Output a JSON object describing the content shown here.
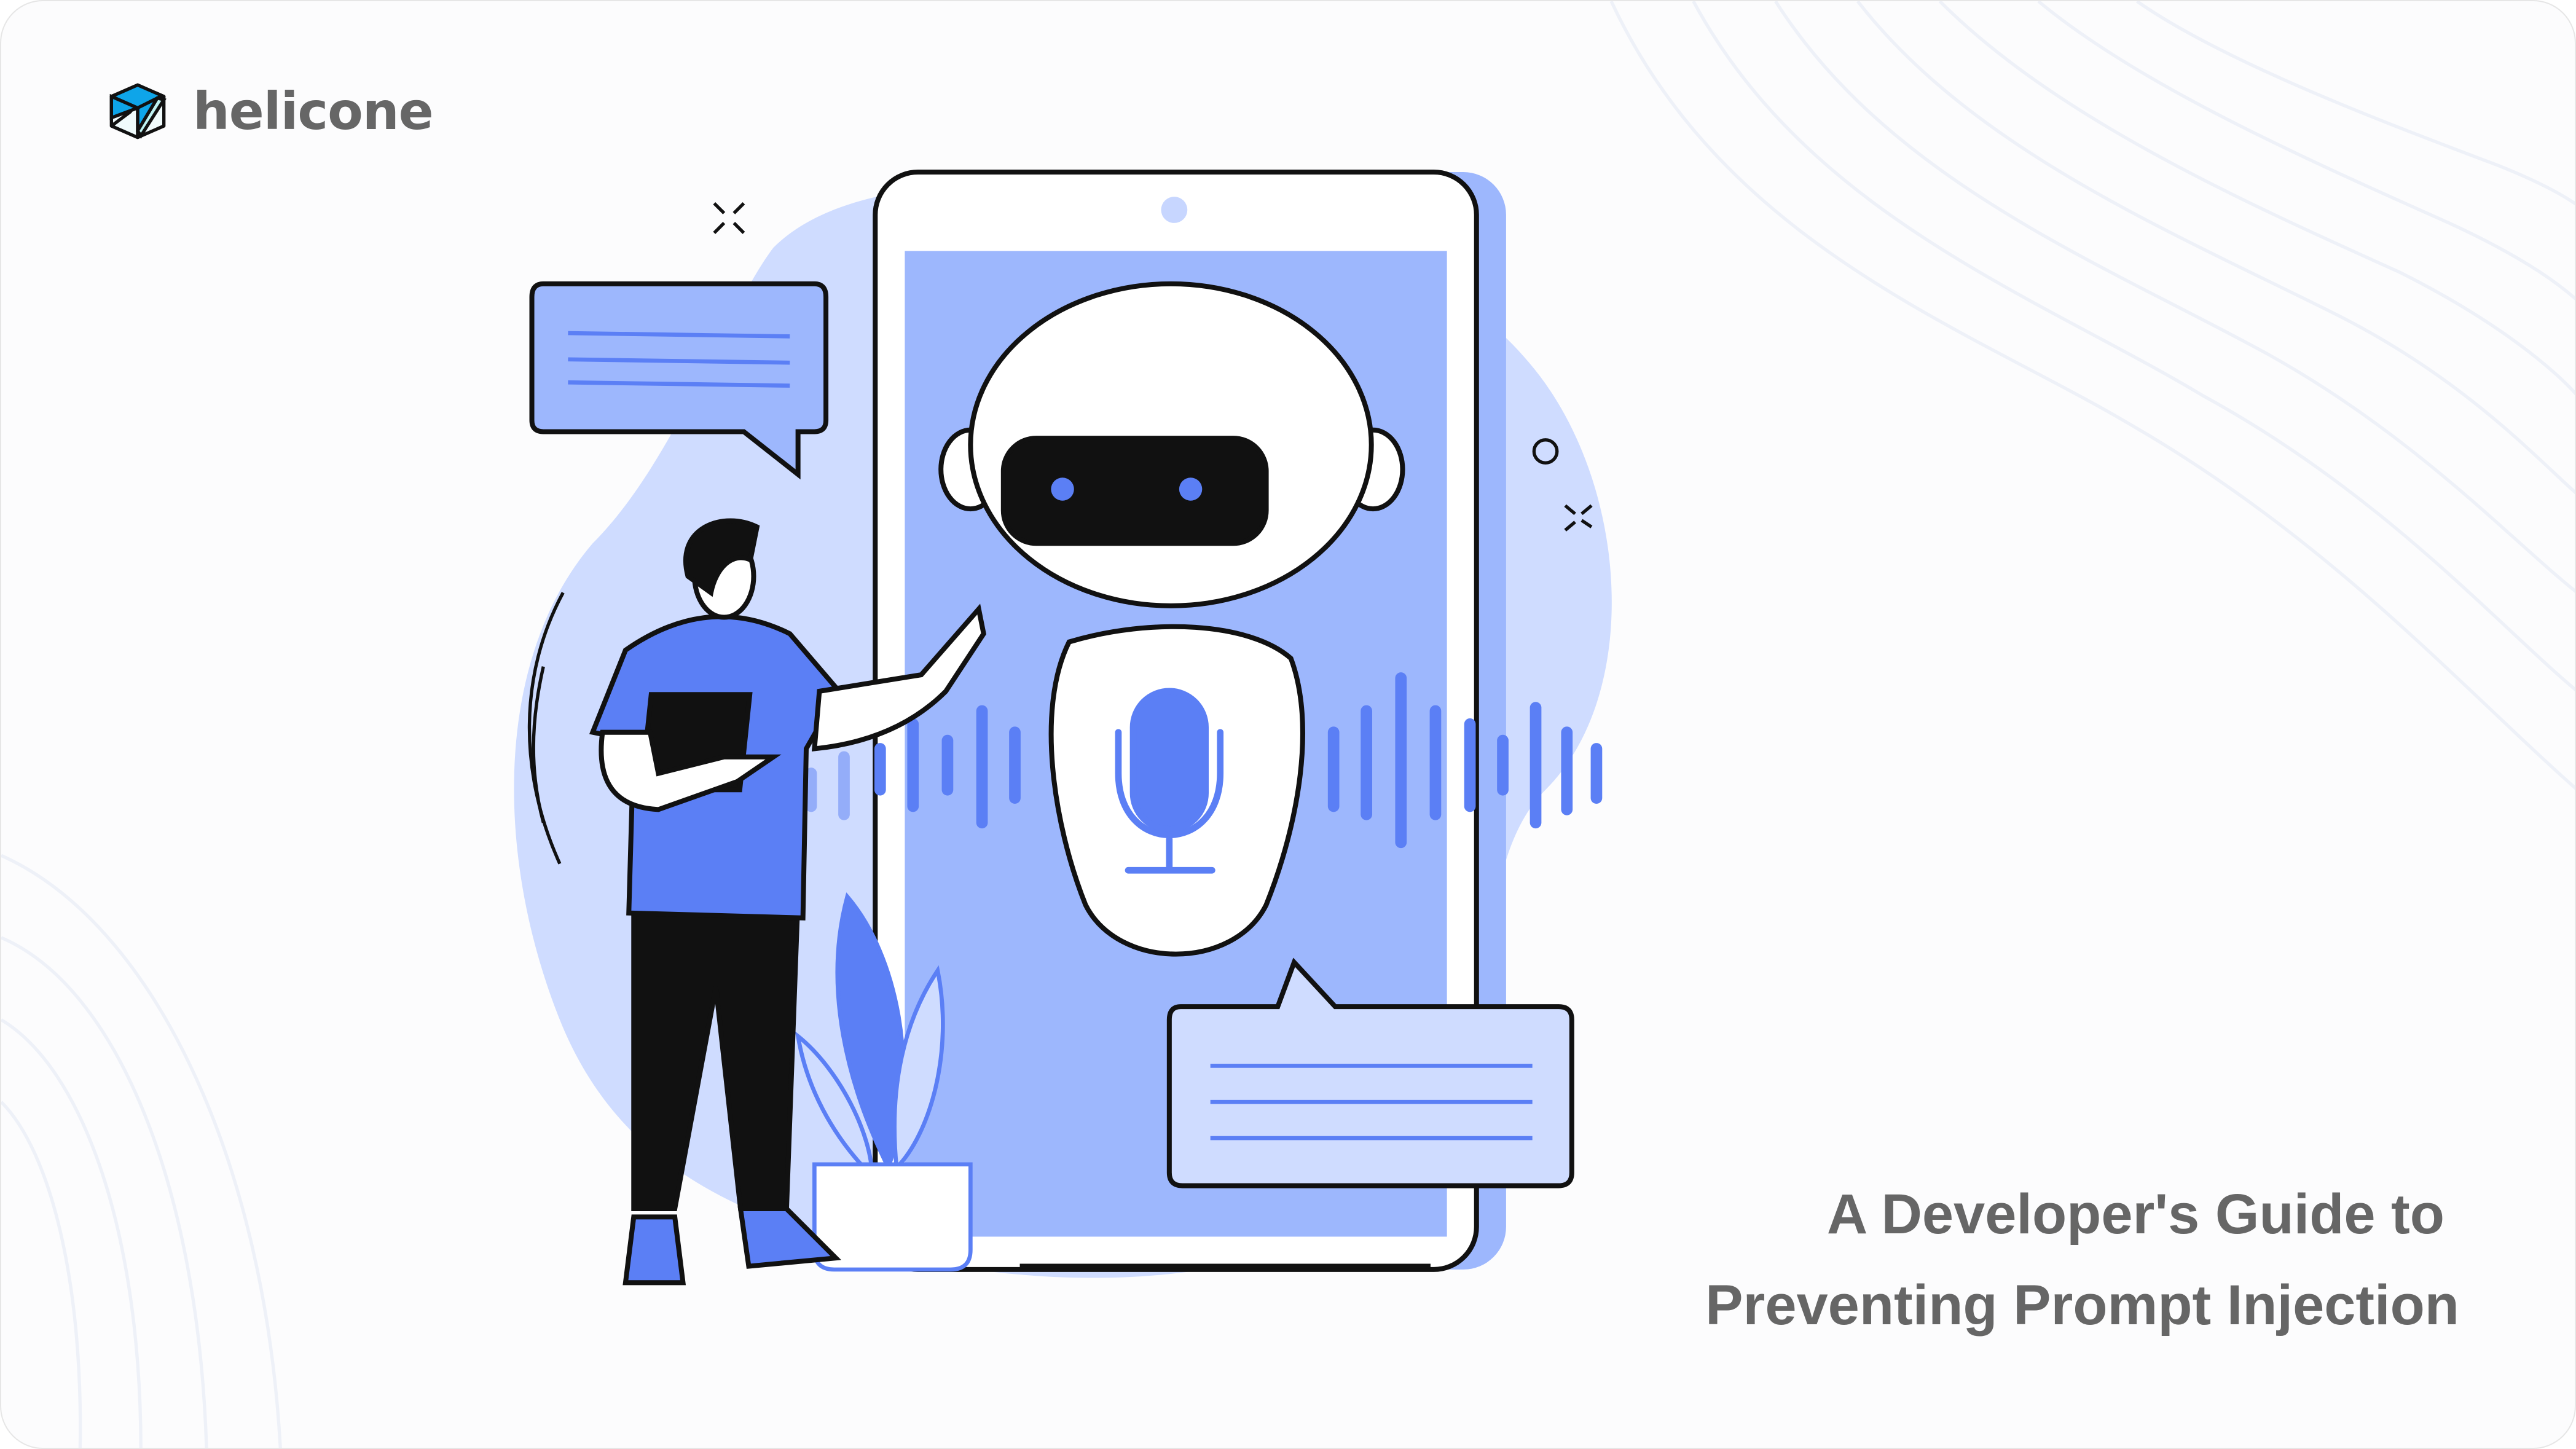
{
  "brand": {
    "name": "helicone",
    "logo_icon": "cube-logo-icon"
  },
  "title": {
    "line1": "A Developer's Guide to",
    "line2": "Preventing Prompt Injection"
  },
  "colors": {
    "accent": "#5b7ff5",
    "light_blue": "#cfdcff",
    "screen_blue": "#9db7fd",
    "text": "#666666",
    "logo_blue": "#0ea5e9"
  },
  "illustration": {
    "icons": [
      "robot-icon",
      "microphone-icon",
      "chat-bubble-icon",
      "person-icon",
      "plant-icon",
      "phone-icon",
      "sound-wave-icon"
    ]
  }
}
